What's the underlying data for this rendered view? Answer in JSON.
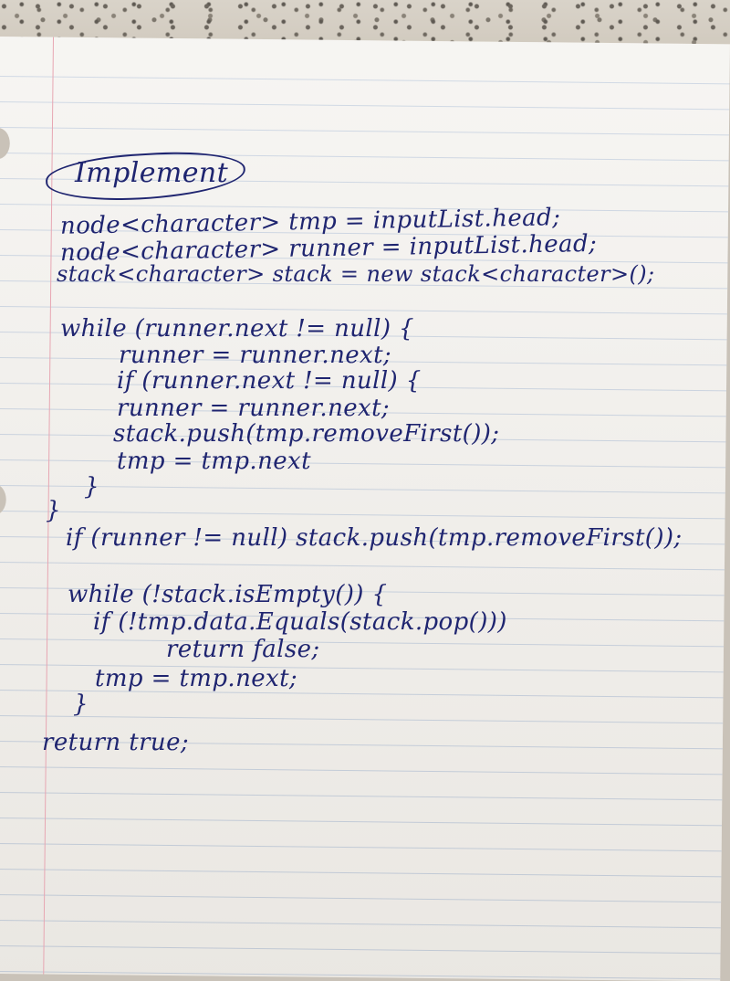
{
  "note": {
    "title": "Implement",
    "lines": [
      "node<character> tmp = inputList.head;",
      "node<character> runner = inputList.head;",
      "stack<character> stack = new stack<character>();",
      "while (runner.next != null) {",
      "runner = runner.next;",
      "if (runner.next != null) {",
      "runner = runner.next;",
      "stack.push(tmp.removeFirst());",
      "tmp = tmp.next",
      "}",
      "}",
      "if (runner != null) stack.push(tmp.removeFirst());",
      "while (!stack.isEmpty()) {",
      "if (!tmp.data.Equals(stack.pop()))",
      "return false;",
      "tmp = tmp.next;",
      "}",
      "return true;"
    ]
  },
  "colors": {
    "ink": "#1f2570",
    "paper": "#f2f0ec",
    "rule": "#b9c6d8",
    "margin": "#e7a6b2"
  }
}
